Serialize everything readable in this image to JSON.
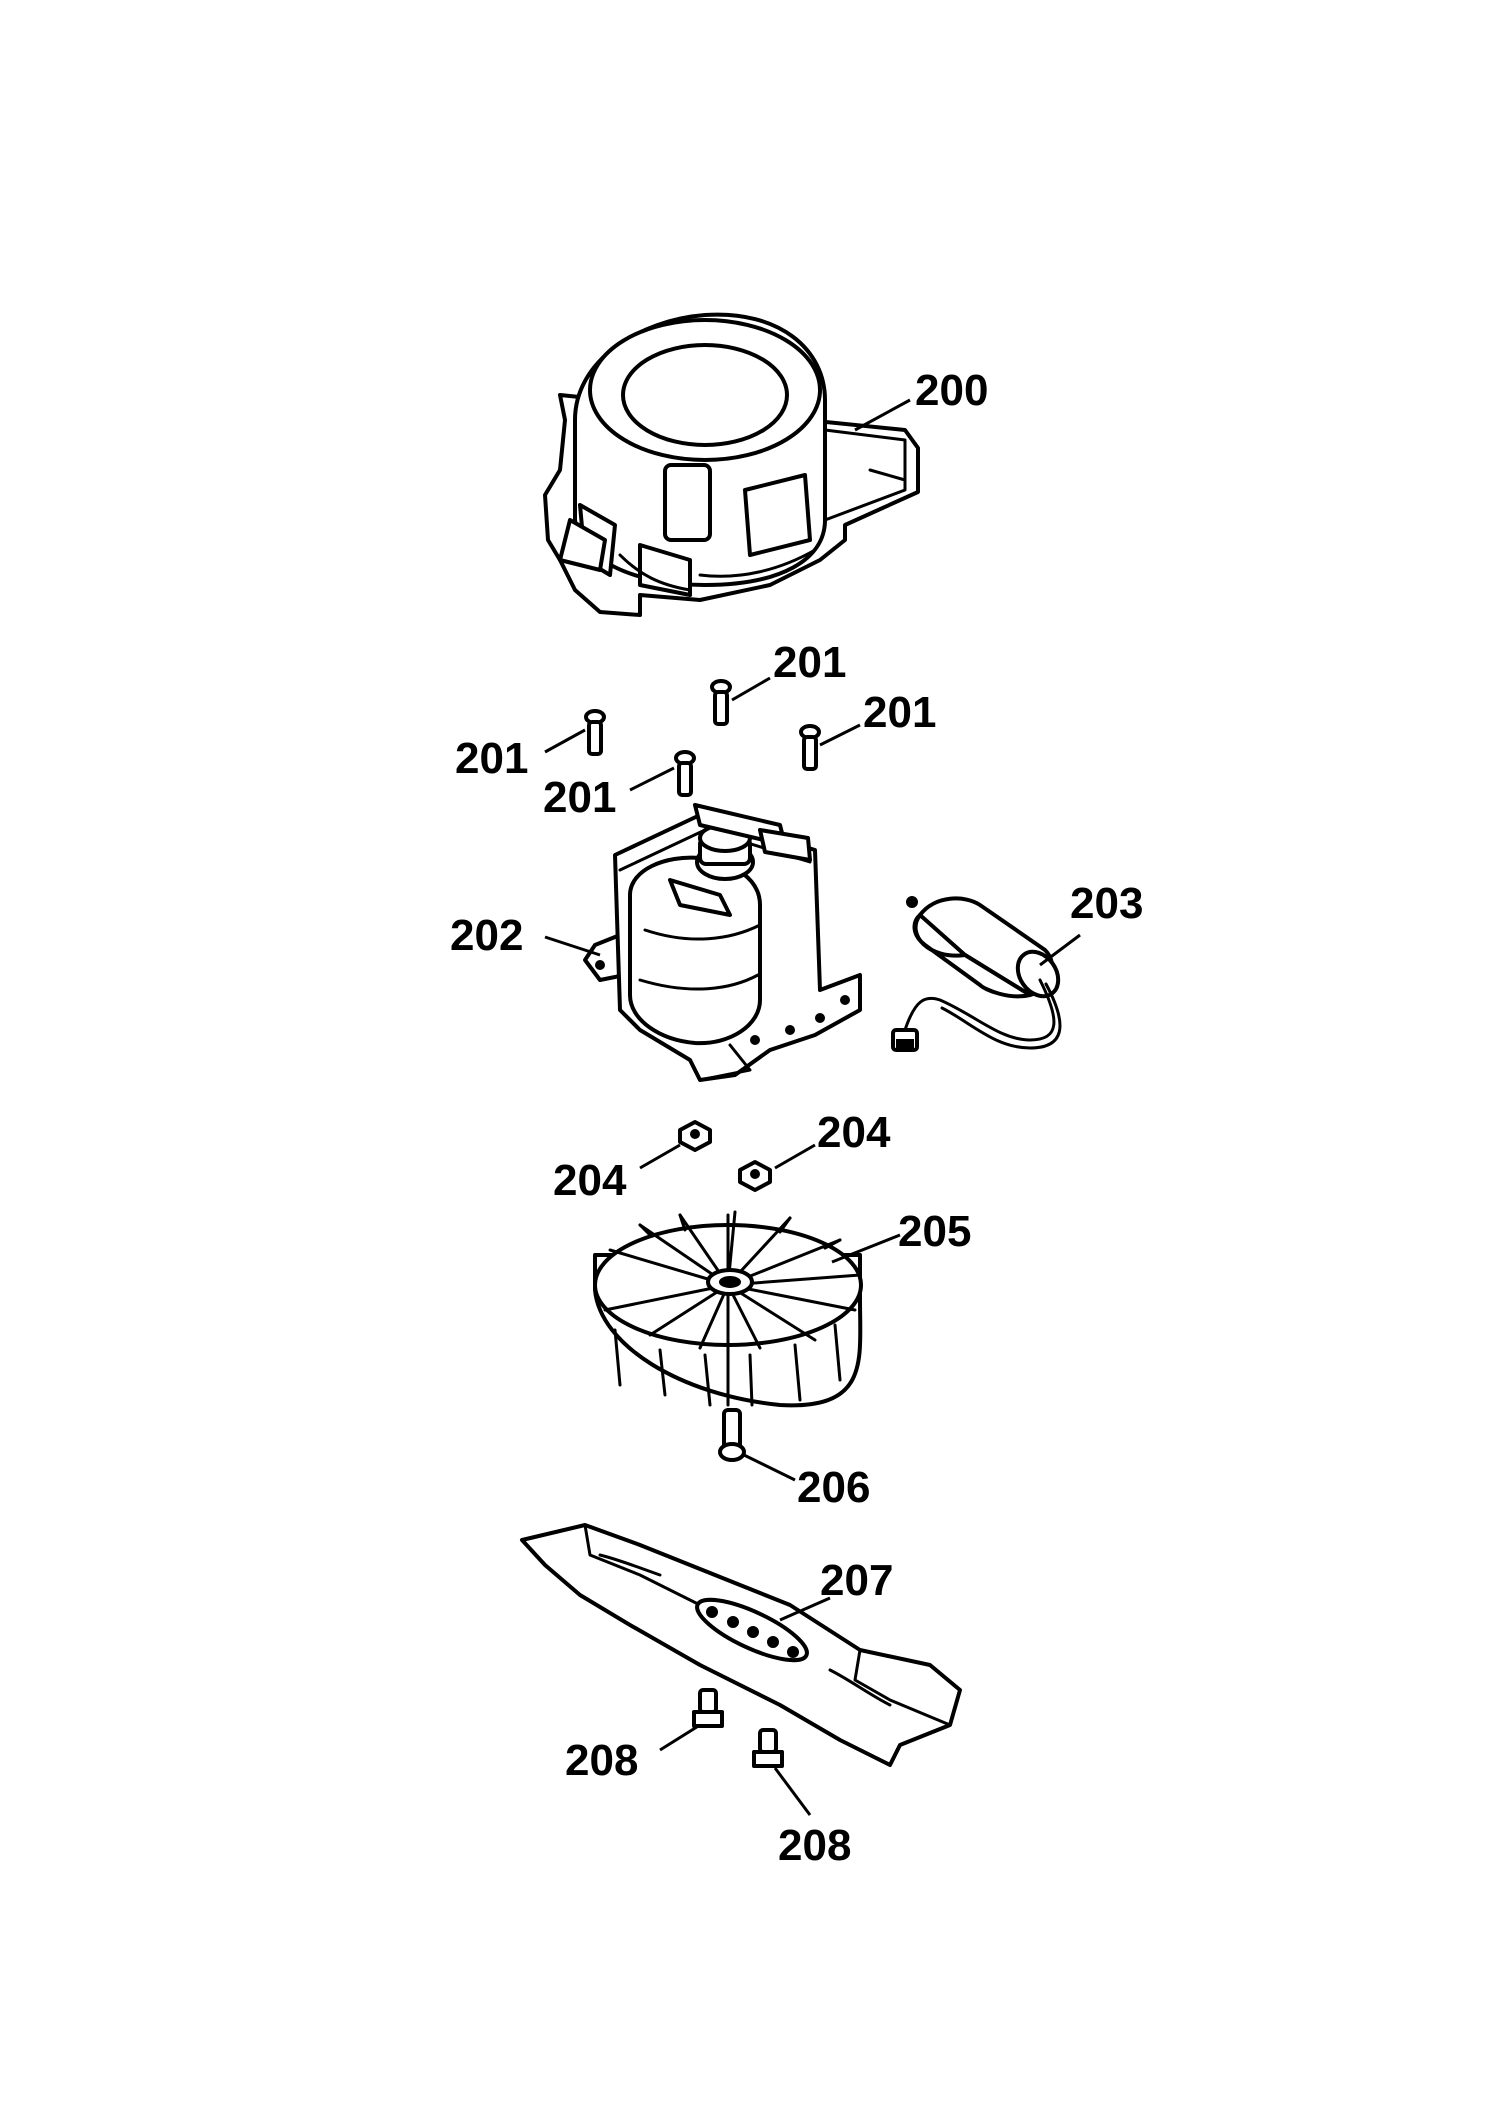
{
  "callouts": {
    "c200": "200",
    "c201a": "201",
    "c201b": "201",
    "c201c": "201",
    "c201d": "201",
    "c202": "202",
    "c203": "203",
    "c204a": "204",
    "c204b": "204",
    "c205": "205",
    "c206": "206",
    "c207": "207",
    "c208a": "208",
    "c208b": "208"
  }
}
